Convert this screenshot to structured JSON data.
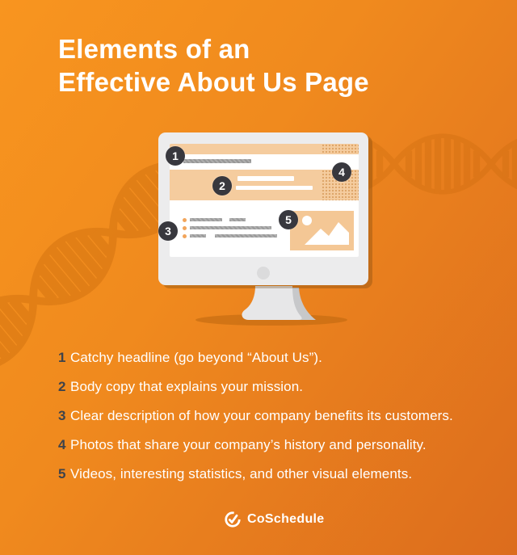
{
  "title": {
    "line1": "Elements of an",
    "line2": "Effective About Us Page"
  },
  "monitor": {
    "callouts": [
      "1",
      "2",
      "3",
      "4",
      "5"
    ]
  },
  "list": {
    "items": [
      {
        "number": "1",
        "text": "Catchy headline (go beyond “About Us”)."
      },
      {
        "number": "2",
        "text": "Body copy that explains your mission."
      },
      {
        "number": "3",
        "text": "Clear description of how your company benefits its customers."
      },
      {
        "number": "4",
        "text": "Photos that share your company’s history and personality."
      },
      {
        "number": "5",
        "text": "Videos, interesting statistics, and other visual elements."
      }
    ]
  },
  "footer": {
    "brand_name": "CoSchedule"
  },
  "colors": {
    "background_top_left": "#F8951F",
    "background_bottom_right": "#DC6C1D",
    "peach_block": "#F5CC9E",
    "image_peach": "#F4C795",
    "callout_badge": "#38383E",
    "list_number": "#3E434B",
    "bullet_orange": "#F2A55B",
    "placeholder_gray": "#9B9B9B",
    "monitor_bezel": "#ECECED",
    "floor_shadow": "#BC660E",
    "text_white": "#FFFFFF"
  },
  "icons": {
    "dna_helix_icon": "double-helix strands (decorative background)",
    "photo_placeholder_icon": "sun and mountains image placeholder",
    "webcam_dot_icon": "gray circle on monitor bezel",
    "coschedule_check_icon": "✓ inside open circle"
  }
}
